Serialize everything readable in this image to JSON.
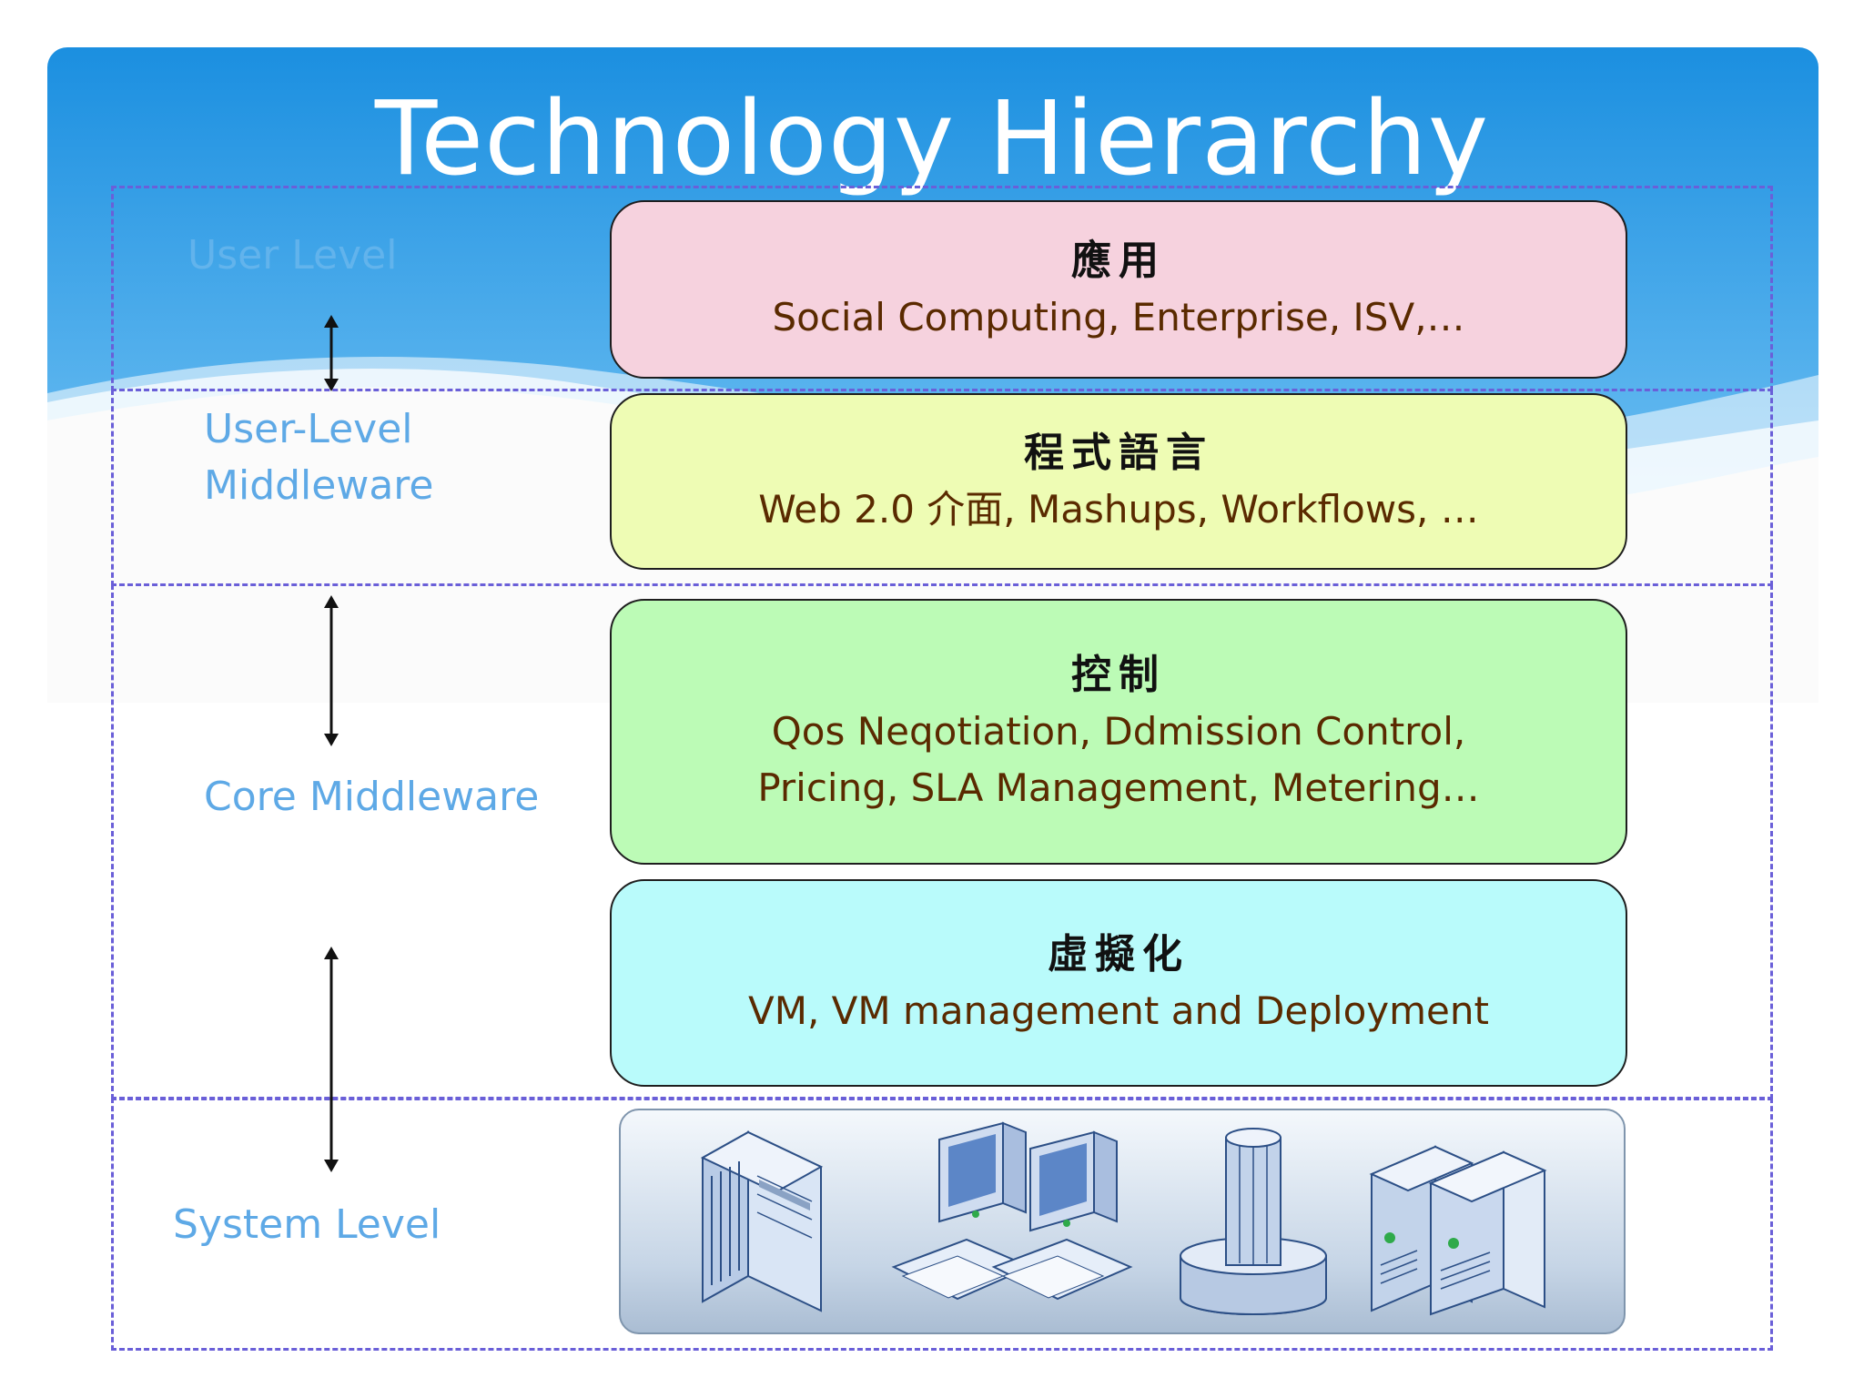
{
  "title": "Technology Hierarchy",
  "levels": {
    "user": "User Level",
    "user_middleware_line1": "User-Level",
    "user_middleware_line2": "Middleware",
    "core": "Core Middleware",
    "system": "System Level"
  },
  "layers": [
    {
      "zh": "應用",
      "en": "Social Computing, Enterprise, ISV,…",
      "color": "#f6d2de"
    },
    {
      "zh": "程式語言",
      "en": "Web 2.0 介面, Mashups, Workflows, …",
      "color": "#eefcb4"
    },
    {
      "zh": "控制",
      "en_line1": "Qos Neqotiation, Ddmission Control,",
      "en_line2": "Pricing, SLA Management, Metering…",
      "color": "#bcfbb6"
    },
    {
      "zh": "虛擬化",
      "en": "VM, VM management and Deployment",
      "color": "#b9fbfb"
    }
  ],
  "colors": {
    "banner_top": "#1b8fe0",
    "banner_bottom": "#8fd3fa",
    "level_label": "#5ea9e6",
    "dashed_border": "#6a5fd8",
    "layer_text": "#5a2a00"
  },
  "system_devices": [
    "server-tower-icon",
    "desktop-computers-icon",
    "mainframe-icon",
    "rack-servers-icon"
  ]
}
